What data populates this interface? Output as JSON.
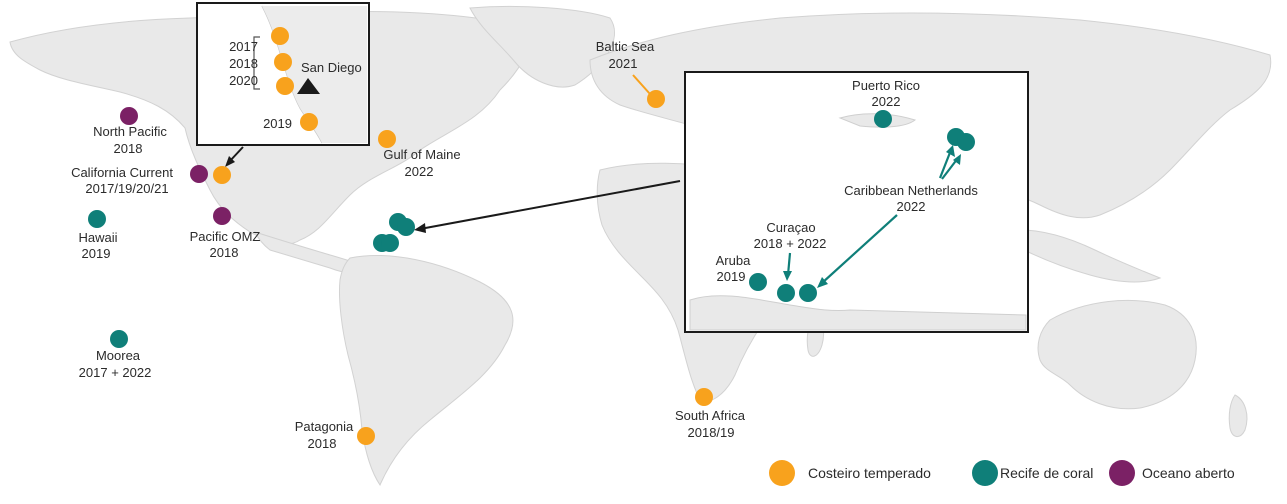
{
  "colors": {
    "temperate": "#f8a21d",
    "coral": "#0f7f79",
    "ocean": "#7b2165"
  },
  "sites": {
    "north_pacific": {
      "name": "North Pacific",
      "year": "2018"
    },
    "california_current": {
      "name": "California Current",
      "year": "2017/19/20/21"
    },
    "hawaii": {
      "name": "Hawaii",
      "year": "2019"
    },
    "pacific_omz": {
      "name": "Pacific OMZ",
      "year": "2018"
    },
    "moorea": {
      "name": "Moorea",
      "year": "2017 + 2022"
    },
    "gulf_of_maine": {
      "name": "Gulf of Maine",
      "year": "2022"
    },
    "baltic_sea": {
      "name": "Baltic Sea",
      "year": "2021"
    },
    "south_africa": {
      "name": "South Africa",
      "year": "2018/19"
    },
    "patagonia": {
      "name": "Patagonia",
      "year": "2018"
    }
  },
  "san_diego_inset": {
    "city": "San Diego",
    "years_bracket": [
      "2017",
      "2018",
      "2020"
    ],
    "year_south": "2019"
  },
  "caribbean_inset": {
    "puerto_rico": {
      "name": "Puerto Rico",
      "year": "2022"
    },
    "caribbean_netherlands": {
      "name": "Caribbean Netherlands",
      "year": "2022"
    },
    "curacao": {
      "name": "Curaçao",
      "year": "2018 + 2022"
    },
    "aruba": {
      "name": "Aruba",
      "year": "2019"
    }
  },
  "legend": [
    {
      "key": "temperate",
      "label": "Costeiro temperado"
    },
    {
      "key": "coral",
      "label": "Recife de coral"
    },
    {
      "key": "ocean",
      "label": "Oceano aberto"
    }
  ]
}
